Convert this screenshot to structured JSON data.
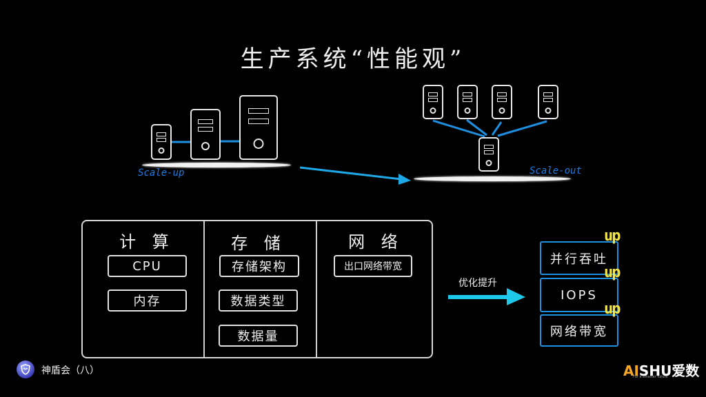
{
  "title": "生产系统“性能观”",
  "scale_up": {
    "label": "Scale-up",
    "servers": 3
  },
  "scale_out": {
    "label": "Scale-out",
    "servers": 5
  },
  "panel": {
    "columns": [
      {
        "heading": "计 算",
        "items": [
          "CPU",
          "内存"
        ]
      },
      {
        "heading": "存 储",
        "items": [
          "存储架构",
          "数据类型",
          "数据量"
        ]
      },
      {
        "heading": "网 络",
        "items": [
          "出口网络带宽"
        ]
      }
    ]
  },
  "arrow_label": "优化提升",
  "results": [
    {
      "label": "并行吞吐",
      "badge": "up"
    },
    {
      "label": "IOPS",
      "badge": "up"
    },
    {
      "label": "网络带宽",
      "badge": "up"
    }
  ],
  "footer": {
    "series": "神盾会（八）",
    "logo_ai": "AI",
    "logo_rest": "SHU爱数",
    "tagline": "For a smarter future"
  },
  "colors": {
    "accent_blue": "#1e7be0",
    "highlight_yellow": "#f2e646",
    "logo_orange": "#f5a623"
  }
}
